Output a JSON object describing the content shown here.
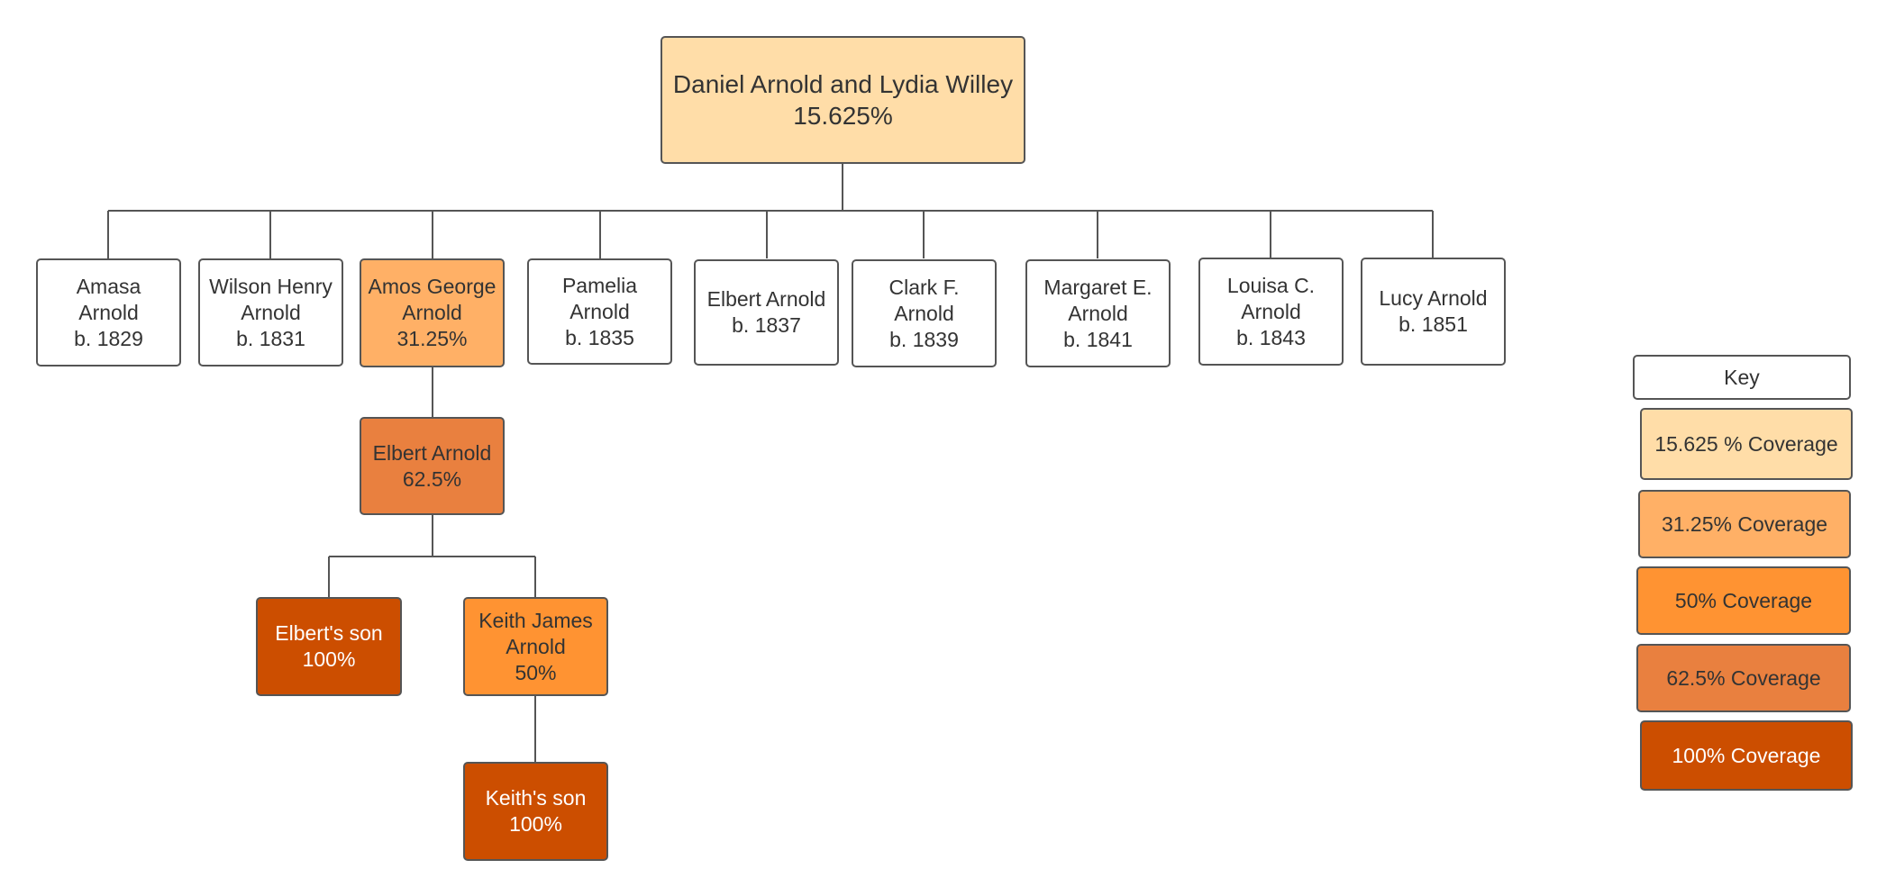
{
  "colors": {
    "c15": "#FFDDA8",
    "c31": "#FFB066",
    "c50": "#FF9332",
    "c62": "#E9803F",
    "c100": "#CC4E00",
    "line": "#555555",
    "none": "#FFFFFF"
  },
  "root": {
    "name": "Daniel Arnold and Lydia Willey",
    "pct": "15.625%"
  },
  "children": [
    {
      "line1": "Amasa",
      "line2": "Arnold",
      "line3": "b. 1829"
    },
    {
      "line1": "Wilson Henry",
      "line2": "Arnold",
      "line3": "b. 1831"
    },
    {
      "line1": "Amos George",
      "line2": "Arnold",
      "line3": "31.25%"
    },
    {
      "line1": "Pamelia",
      "line2": "Arnold",
      "line3": "b. 1835"
    },
    {
      "line1": "Elbert Arnold",
      "line2": "b. 1837"
    },
    {
      "line1": "Clark F.",
      "line2": "Arnold",
      "line3": "b. 1839"
    },
    {
      "line1": "Margaret E.",
      "line2": "Arnold",
      "line3": "b. 1841"
    },
    {
      "line1": "Louisa C.",
      "line2": "Arnold",
      "line3": "b. 1843"
    },
    {
      "line1": "Lucy Arnold",
      "line2": "b. 1851"
    }
  ],
  "grandchild": {
    "line1": "Elbert Arnold",
    "line2": "62.5%"
  },
  "great_grandchildren": [
    {
      "line1": "Elbert's son",
      "line2": "100%"
    },
    {
      "line1": "Keith James",
      "line2": "Arnold",
      "line3": "50%"
    }
  ],
  "great_great_grandchild": {
    "line1": "Keith's son",
    "line2": "100%"
  },
  "key": {
    "title": "Key",
    "items": [
      {
        "label": "15.625 % Coverage",
        "color": "#FFDDA8"
      },
      {
        "label": "31.25% Coverage",
        "color": "#FFB066"
      },
      {
        "label": "50% Coverage",
        "color": "#FF9332"
      },
      {
        "label": "62.5% Coverage",
        "color": "#E9803F"
      },
      {
        "label": "100% Coverage",
        "color": "#CC4E00"
      }
    ]
  }
}
